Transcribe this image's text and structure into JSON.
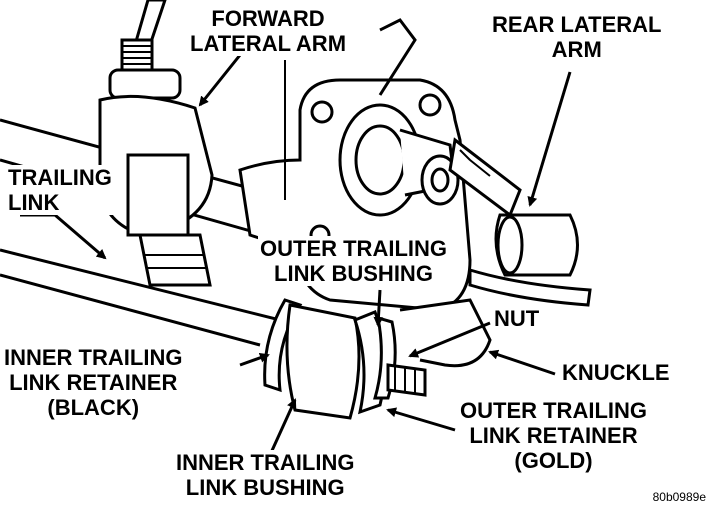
{
  "labels": {
    "forward_lateral_arm": [
      "FORWARD",
      "LATERAL ARM"
    ],
    "rear_lateral_arm": [
      "REAR LATERAL",
      "ARM"
    ],
    "trailing_link": [
      "TRAILING",
      "LINK"
    ],
    "outer_trailing_link_bushing": [
      "OUTER TRAILING",
      "LINK BUSHING"
    ],
    "nut": [
      "NUT"
    ],
    "knuckle": [
      "KNUCKLE"
    ],
    "inner_trailing_link_retainer": [
      "INNER TRAILING",
      "LINK RETAINER",
      "(BLACK)"
    ],
    "outer_trailing_link_retainer": [
      "OUTER TRAILING",
      "LINK RETAINER",
      "(GOLD)"
    ],
    "inner_trailing_link_bushing": [
      "INNER TRAILING",
      "LINK BUSHING"
    ]
  },
  "figure_code": "80b0989e"
}
